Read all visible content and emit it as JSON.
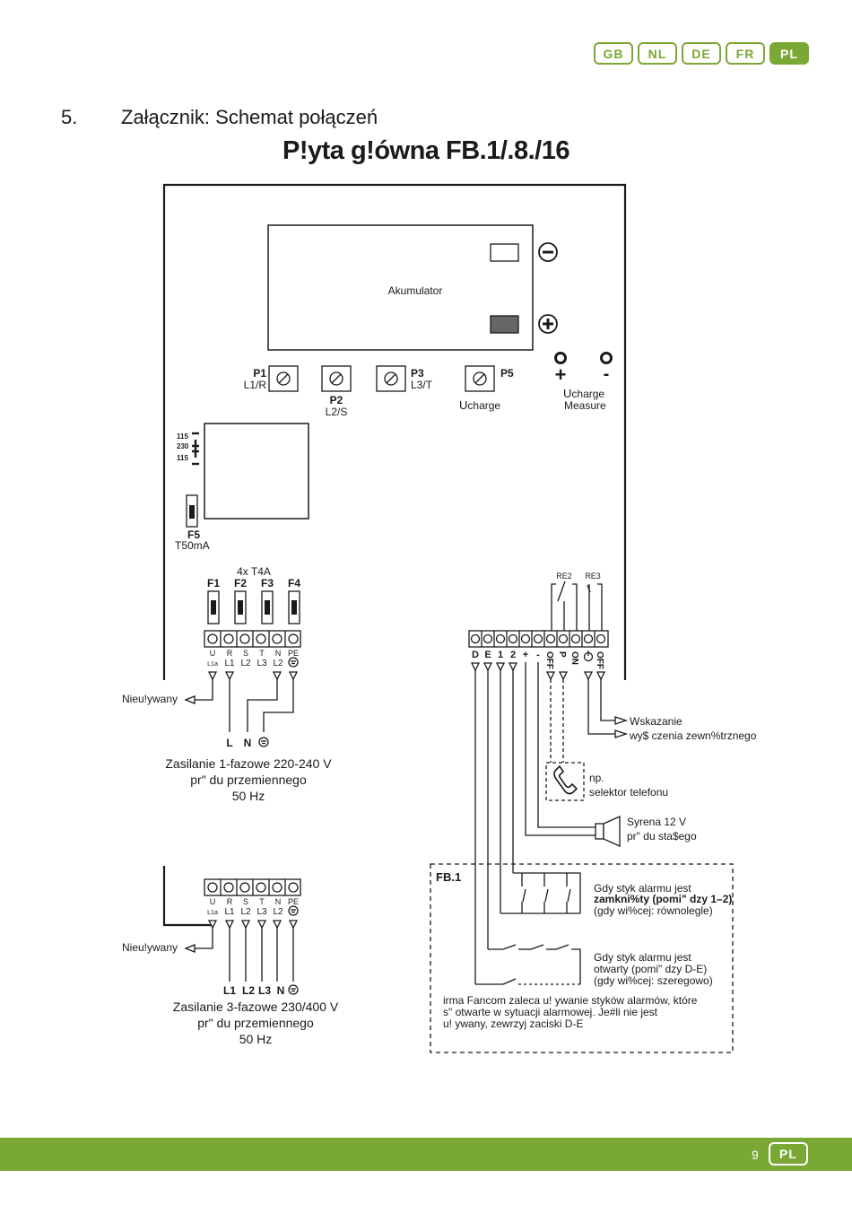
{
  "languages": [
    "GB",
    "NL",
    "DE",
    "FR",
    "PL"
  ],
  "active_language": "PL",
  "section": {
    "number": "5.",
    "title": "Załącznik: Schemat połączeń"
  },
  "diagram_title": "P!yta g!ówna FB.1/.8./16",
  "board": {
    "battery_label": "Akumulator",
    "pots": [
      {
        "id": "P1",
        "sub": "L1/R"
      },
      {
        "id": "P2",
        "sub": "L2/S"
      },
      {
        "id": "P3",
        "sub": "L3/T"
      },
      {
        "id": "P5",
        "sub": ""
      }
    ],
    "ucharge_label": "charge",
    "ucharge_prefix": "U",
    "measure_label": "Measure",
    "plus_sign": "+",
    "minus_sign": "-",
    "voltage_selector": [
      "115",
      "230",
      "115"
    ],
    "fuse_f5": "F5",
    "fuse_f5_rating": "T50mA",
    "fuses_group": "4x T4A",
    "fuses": [
      "F1",
      "F2",
      "F3",
      "F4"
    ],
    "relays": [
      "RE2",
      "RE3"
    ],
    "power_terminals_top": [
      "U",
      "R",
      "S",
      "T",
      "N",
      "PE"
    ],
    "power_terminals_bottom": [
      "L1a",
      "L1",
      "L2",
      "L3",
      "L2",
      ""
    ],
    "alarm_terminals": [
      "D",
      "E",
      "1",
      "2",
      "+",
      "-",
      "OFF",
      "P",
      "ON",
      "",
      "OFF"
    ]
  },
  "supply_1": {
    "unused": "Nieu!ywany",
    "wires": [
      "L",
      "N"
    ],
    "lines": [
      "Zasilanie 1-fazowe 220-240 V",
      "pr\" du przemiennego",
      "50 Hz"
    ]
  },
  "supply_3": {
    "unused": "Nieu!ywany",
    "wires": [
      "L1",
      "L2",
      "L3",
      "N"
    ],
    "lines": [
      "Zasilanie 3-fazowe 230/400 V",
      "pr\" du przemiennego",
      "50 Hz"
    ]
  },
  "outputs": {
    "indication": [
      "Wskazanie",
      "wy$ czenia zewn%trznego"
    ],
    "phone": [
      "np.",
      "selektor telefonu"
    ],
    "siren": [
      "Syrena 12 V",
      "pr\" du sta$ego"
    ]
  },
  "fb1_box": {
    "label": "FB.1",
    "closed": [
      "Gdy styk alarmu jest",
      "zamkni%ty (pomi\" dzy 1–2)",
      "(gdy wi%cej: równolegle)"
    ],
    "open": [
      "Gdy styk alarmu jest",
      "otwarty (pomi\" dzy D-E)",
      "(gdy wi%cej: szeregowo)"
    ],
    "note": [
      "irma Fancom zaleca u! ywanie styków alarmów, które",
      "s\"  otwarte w sytuacji alarmowej. Je#li nie jest",
      "u! ywany, zewrzyj zaciski D-E"
    ]
  },
  "footer": {
    "page_number": "9",
    "language": "PL"
  },
  "colors": {
    "accent": "#7aa835",
    "line": "#1a1a1a"
  }
}
